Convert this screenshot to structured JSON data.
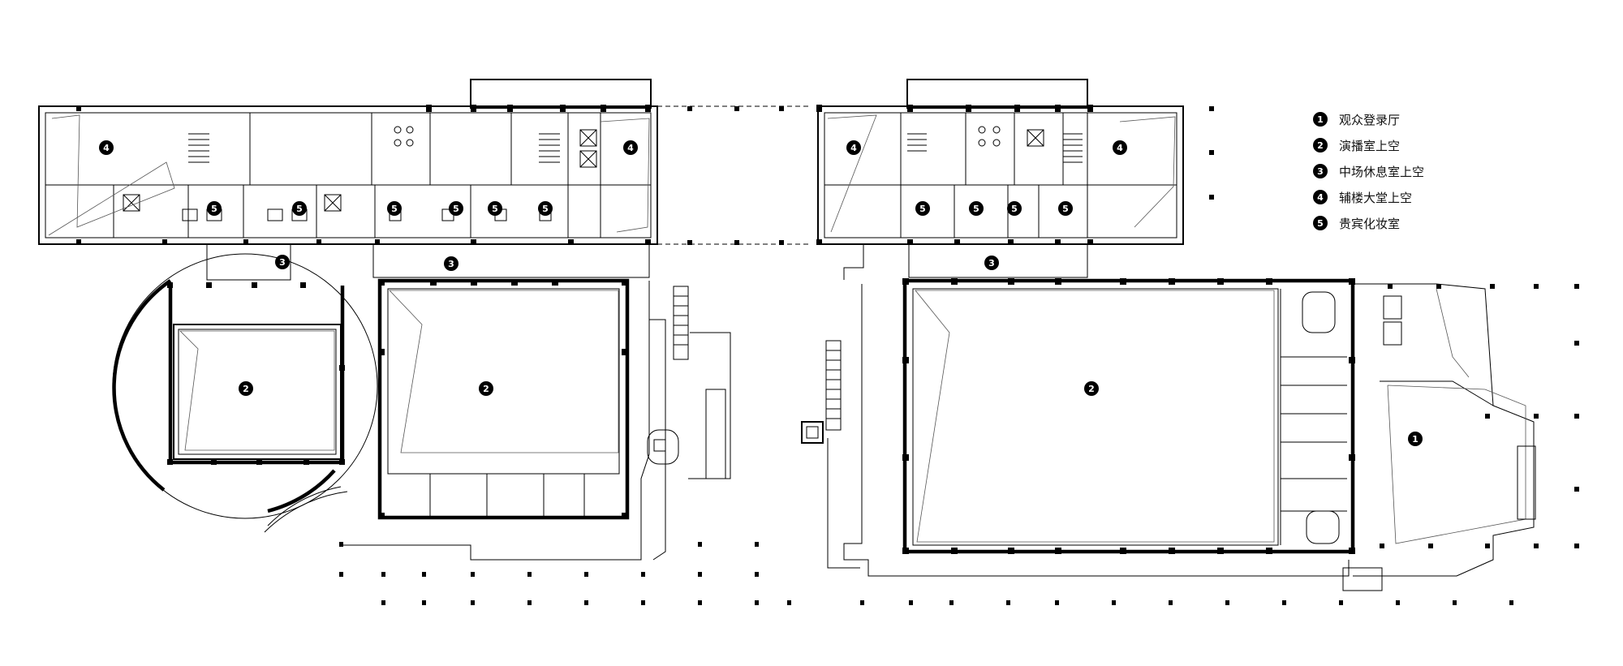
{
  "legend": [
    {
      "number": "1",
      "label": "观众登录厅"
    },
    {
      "number": "2",
      "label": "演播室上空"
    },
    {
      "number": "3",
      "label": "中场休息室上空"
    },
    {
      "number": "4",
      "label": "辅楼大堂上空"
    },
    {
      "number": "5",
      "label": "贵宾化妆室"
    }
  ],
  "plan_markers": {
    "left": [
      "4",
      "4",
      "5",
      "5",
      "5",
      "5",
      "5",
      "5",
      "3",
      "3",
      "2",
      "2"
    ],
    "right": [
      "4",
      "4",
      "5",
      "5",
      "5",
      "5",
      "3",
      "2",
      "1"
    ]
  }
}
